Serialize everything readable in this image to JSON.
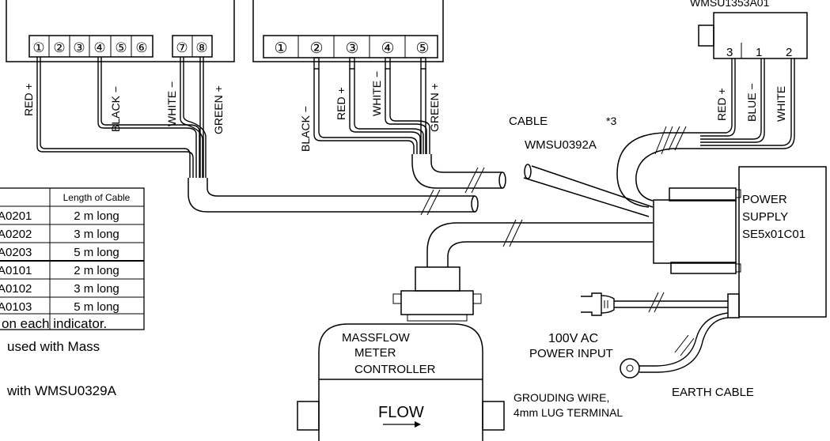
{
  "top_right_label": "WMSU1353A01",
  "left_connector": {
    "pins": [
      "①",
      "②",
      "③",
      "④",
      "⑤",
      "⑥",
      "⑦",
      "⑧"
    ],
    "wires": [
      "RED +",
      "BLACK −",
      "WHITE −",
      "GREEN +"
    ]
  },
  "mid_connector": {
    "pins": [
      "①",
      "②",
      "③",
      "④",
      "⑤"
    ],
    "wires": [
      "BLACK −",
      "RED +",
      "WHITE −",
      "GREEN +"
    ]
  },
  "sensor_connector": {
    "pins": [
      "3",
      "1",
      "2"
    ],
    "wires": [
      "RED +",
      "BLUE −",
      "WHITE"
    ]
  },
  "table": {
    "header": [
      "",
      "Length of Cable"
    ],
    "rows": [
      [
        "A0201",
        "2 m long"
      ],
      [
        "A0202",
        "3 m long"
      ],
      [
        "A0203",
        "5 m long"
      ],
      [
        "A0101",
        "2 m long"
      ],
      [
        "A0102",
        "3 m long"
      ],
      [
        "A0103",
        "5 m long"
      ]
    ]
  },
  "notes": [
    "on each indicator.",
    "used with Mass",
    "with WMSU0329A"
  ],
  "labels": {
    "cable": "CABLE",
    "cable_note": "*3",
    "cable_part": "WMSU0392A",
    "power_supply": [
      "POWER",
      "SUPPLY",
      "SE5x01C01"
    ],
    "controller": [
      "MASSFLOW",
      "METER",
      "CONTROLLER"
    ],
    "flow": "FLOW",
    "ac_voltage": "100V  AC",
    "power_input": "POWER INPUT",
    "earth_cable": "EARTH CABLE",
    "grounding": [
      "GROUDING WIRE,",
      "4mm LUG TERMINAL"
    ]
  }
}
